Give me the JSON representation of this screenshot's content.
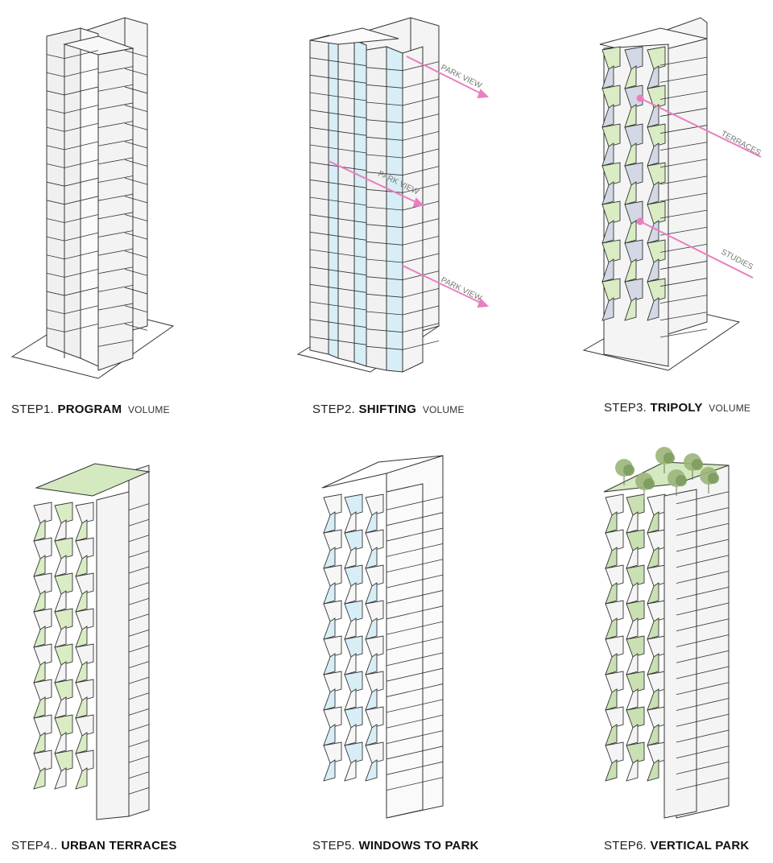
{
  "accent_colors": {
    "glass": "#d8eef6",
    "terrace": "#d9ecc4",
    "arrow": "#e87fc0",
    "roof": "#d4e9bf",
    "outline": "#333333",
    "face": "#f1f1f1"
  },
  "steps": [
    {
      "id": "step1",
      "step": "STEP1.",
      "title": "PROGRAM",
      "subtitle": "VOLUME"
    },
    {
      "id": "step2",
      "step": "STEP2.",
      "title": "SHIFTING",
      "subtitle": "VOLUME",
      "annotations": [
        "PARK VIEW",
        "PARK VIEW",
        "PARK VIEW"
      ]
    },
    {
      "id": "step3",
      "step": "STEP3.",
      "title": "TRIPOLY",
      "subtitle": "VOLUME",
      "annotations": [
        "TERRACES",
        "STUDIES"
      ]
    },
    {
      "id": "step4",
      "step": "STEP4..",
      "title": "URBAN TERRACES",
      "subtitle": ""
    },
    {
      "id": "step5",
      "step": "STEP5.",
      "title": "WINDOWS TO PARK",
      "subtitle": ""
    },
    {
      "id": "step6",
      "step": "STEP6.",
      "title": "VERTICAL PARK",
      "subtitle": ""
    }
  ]
}
